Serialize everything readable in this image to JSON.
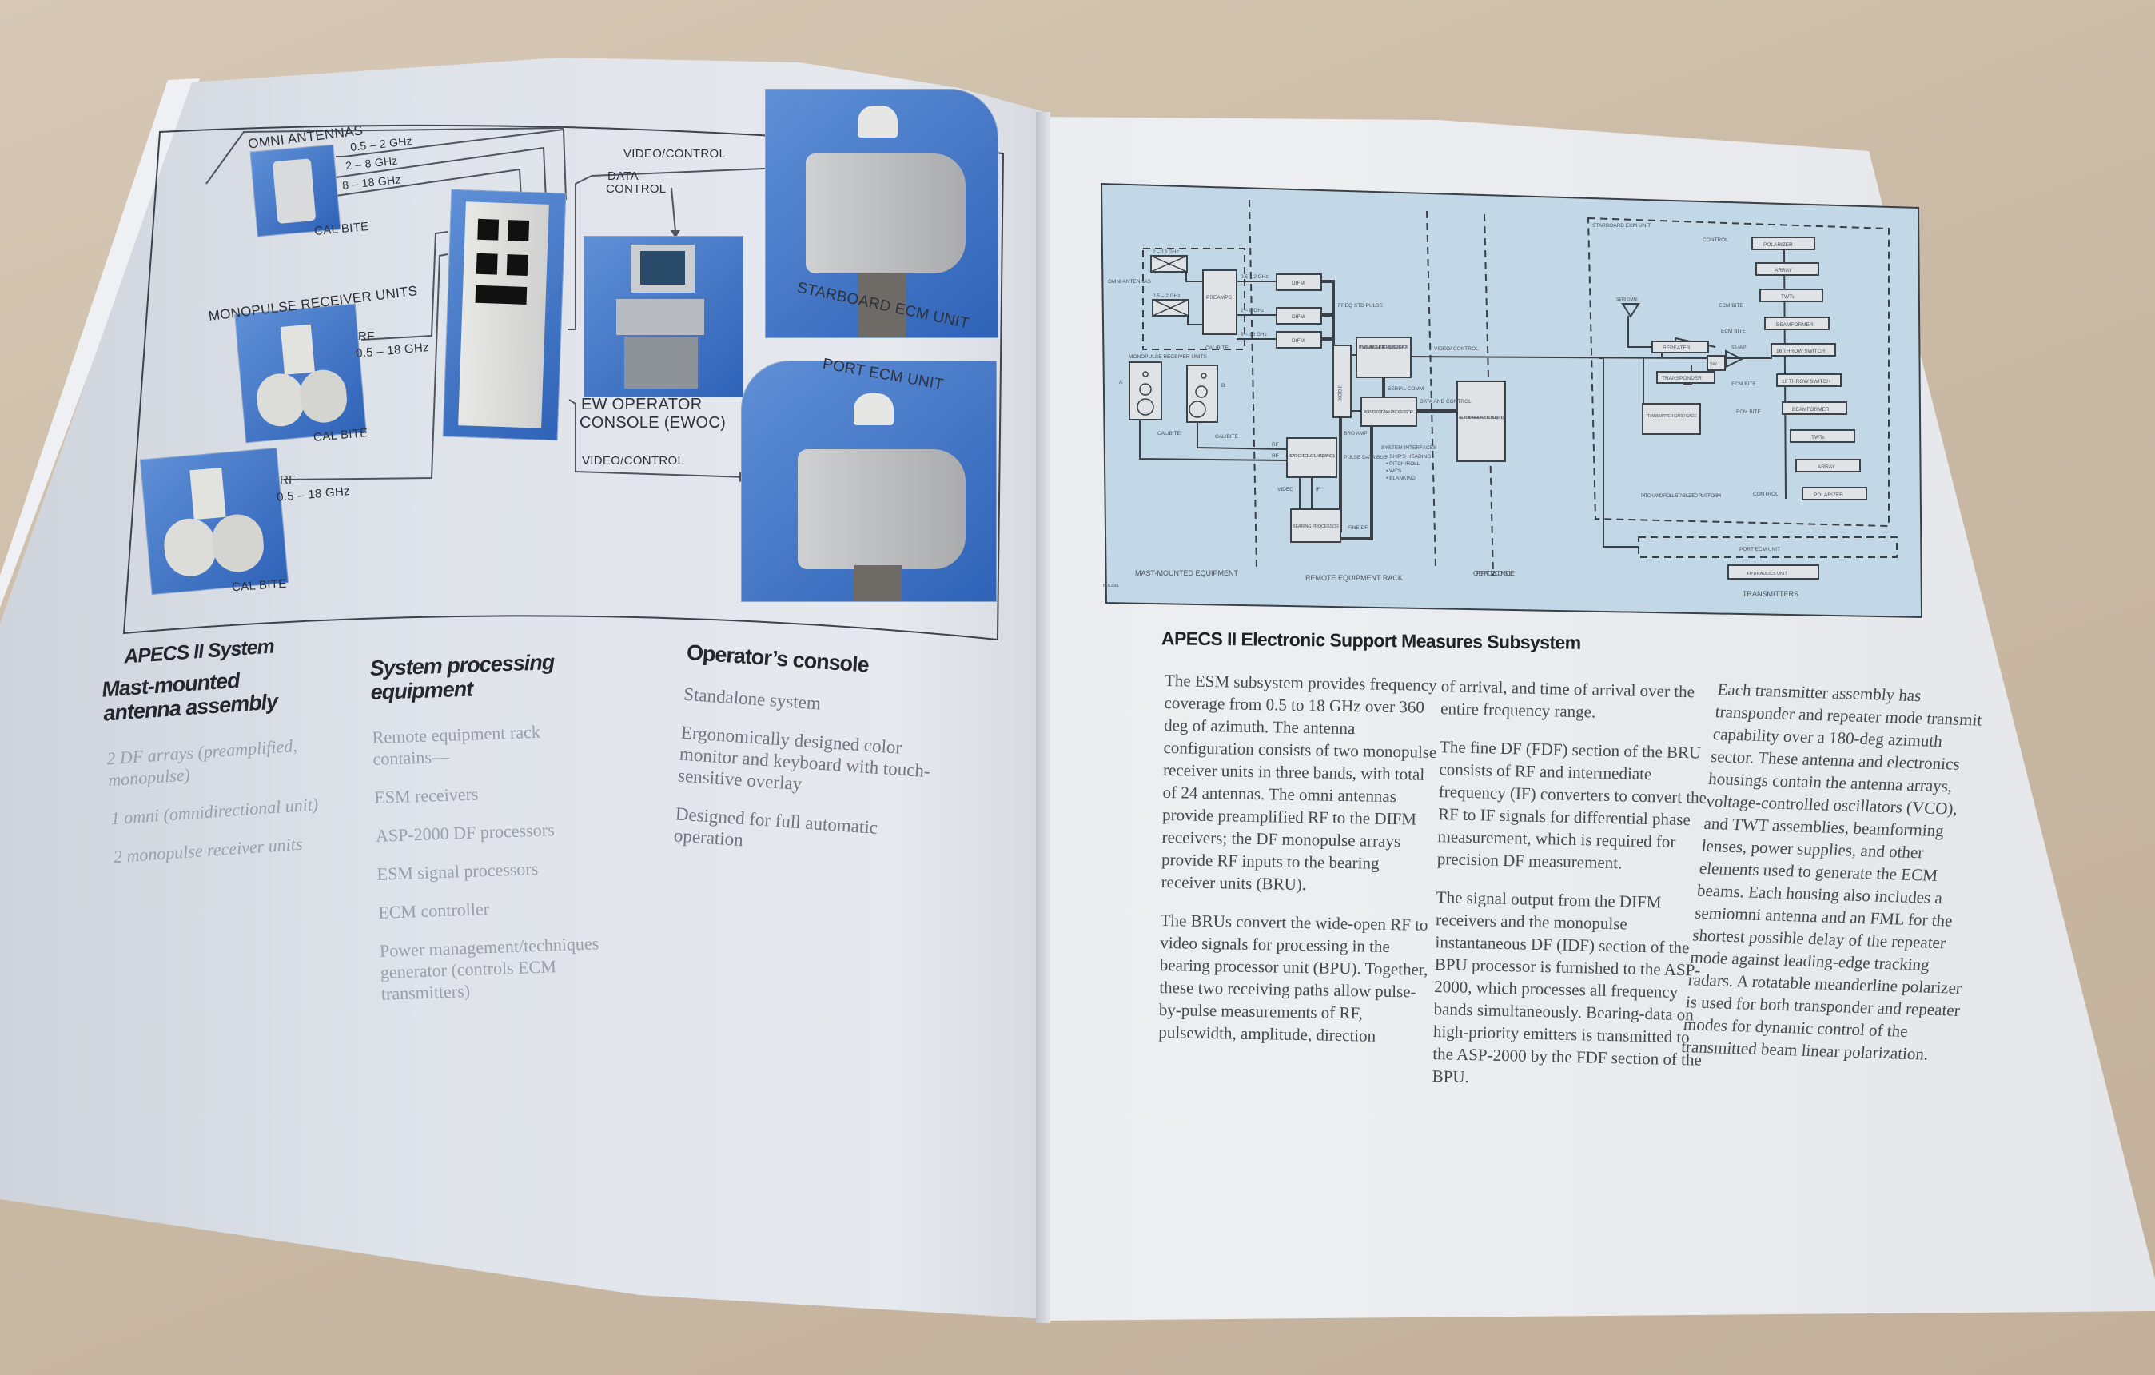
{
  "left_page": {
    "diagram": {
      "omni_antennas": "OMNI ANTENNAS",
      "freq_1": "0.5 – 2 GHz",
      "freq_2": "2 – 8 GHz",
      "freq_3": "8 – 18 GHz",
      "cal_bite": "CAL BITE",
      "monopulse_receiver_units": "MONOPULSE RECEIVER UNITS",
      "rf": "RF",
      "rf_range": "0.5 – 18 GHz",
      "video_control": "VIDEO/CONTROL",
      "data_control_1": "DATA",
      "data_control_2": "CONTROL",
      "ewoc_1": "EW OPERATOR",
      "ewoc_2": "CONSOLE (EWOC)",
      "starboard_ecm_unit": "STARBOARD ECM UNIT",
      "port_ecm_unit": "PORT ECM UNIT"
    },
    "system_title": "APECS II System",
    "columns": [
      {
        "heading": "Mast-mounted antenna assembly",
        "items": [
          "2 DF arrays (preamplified, monopulse)",
          "1 omni (omnidirectional unit)",
          "2 monopulse receiver units"
        ]
      },
      {
        "heading": "System processing equipment",
        "items": [
          "Remote equipment rack contains—",
          "ESM receivers",
          "ASP-2000 DF processors",
          "ESM signal processors",
          "ECM controller",
          "Power management/techniques generator (controls ECM transmitters)"
        ]
      },
      {
        "heading": "Operator’s console",
        "items": [
          "Standalone system",
          "Ergonomically designed color monitor and keyboard with touch-sensitive overlay",
          "Designed for full automatic operation"
        ]
      }
    ]
  },
  "right_page": {
    "diagram": {
      "omni_antennas": "OMNI ANTENNAS",
      "ant_1": "2 – 18 GHz",
      "ant_2": "0.5 – 2 GHz",
      "preamps": "PREAMPS",
      "difm_in_1": "0.5 – 2 GHz",
      "difm_in_2": "2 – 8 GHz",
      "difm_in_3": "8 – 18 GHz",
      "difm": "DIFM",
      "freq_std_pulse": "FREQ STD PULSE",
      "cal_bite": "CAL/BITE",
      "monopulse_receiver_units": "MONOPULSE  RECEIVER UNITS",
      "unit_a": "A",
      "unit_b": "B",
      "j_box": "J BOX",
      "power_mgmt": "POWER MANAGEMENT/ TECHNIQUES GENERATOR",
      "serial_comm": "SERIAL COMM",
      "asp2000": "ASP-2000 SIGNAL PROCESSOR",
      "data_and_control": "DATA AND CONTROL",
      "video_control": "VIDEO/ CONTROL",
      "ewoc": "ELECTRONIC WARFARE OPERATOR CONSOLE (EWOC)",
      "bearing_receiver_units": "BEARING RECEIVER UNITS (3 BANDS)",
      "bearing_processor": "BEARING PROCESSOR",
      "rf": "RF",
      "video": "VIDEO",
      "if": "IF",
      "brg_amp": "BRG AMP",
      "pulse_data_bus": "PULSE DATA BUS",
      "fine_df": "FINE DF",
      "system_interfaces": "SYSTEM INTERFACES",
      "interfaces": [
        "• SHIP'S HEADING",
        "• PITCH/ROLL",
        "• WCS",
        "• BLANKING"
      ],
      "starboard_ecm_unit": "STARBOARD ECM UNIT",
      "control": "CONTROL",
      "polarizer": "POLARIZER",
      "array": "ARRAY",
      "twts": "TWTs",
      "beamformer": "BEAMFORMER",
      "throw_switch": "16 THROW SWITCH",
      "ecm_bite": "ECM BITE",
      "semi_omni": "SEMI OMNI",
      "repeater": "REPEATER",
      "transponder": "TRANSPONDER",
      "sw": "SW",
      "ss_amp": "SS AMP",
      "transmitter_card_cage": "TRANSMITTER CARD CAGE",
      "pitch_roll_platform": "PITCH AND ROLL STABILIZED PLATFORM",
      "port_ecm_unit": "PORT ECM UNIT",
      "hydraulics_unit": "HYDRAULICS UNIT",
      "mast_mounted": "MAST-MOUNTED EQUIPMENT",
      "remote_rack": "REMOTE EQUIPMENT RACK",
      "operators_console": "OPERATOR'S CONSOLE",
      "transmitters": "TRANSMITTERS",
      "figure_code": "BLK256L"
    },
    "title": "APECS II Electronic Support Measures Subsystem",
    "paragraphs": [
      "The ESM subsystem provides frequency coverage from 0.5 to 18 GHz over 360 deg of azimuth. The antenna configuration consists of two monopulse receiver units in three bands, with total of 24 antennas. The omni antennas provide preamplified RF to the DIFM receivers; the DF monopulse arrays provide RF inputs to the bearing receiver units (BRU).",
      "The BRUs convert the wide-open RF to video signals for processing in the bearing processor unit (BPU). Together, these two receiving paths allow pulse-by-pulse measurements of RF, pulsewidth, amplitude, direction",
      "of arrival, and time of arrival over the entire frequency range.",
      "The fine DF (FDF) section of the BRU consists of RF and intermediate frequency (IF) converters to convert the RF to IF signals for differential phase measurement, which is required for precision DF measurement.",
      "The signal output from the DIFM receivers and the monopulse instantaneous DF (IDF) section of the BPU processor is furnished to the ASP-2000, which processes all frequency bands simultaneously. Bearing-data on high-priority emitters is transmitted to the ASP-2000 by the FDF section of the BPU.",
      "Each transmitter assembly has transponder and repeater mode transmit capability over a 180-deg azimuth sector. These antenna and electronics housings contain the antenna arrays, voltage-controlled oscillators (VCO), and TWT assemblies, beamforming lenses, power supplies, and other elements used to generate the ECM beams. Each housing also includes a semiomni antenna and an FML for the shortest possible delay of the repeater mode against leading-edge tracking radars. A rotatable meanderline polarizer is used for both transponder and repeater modes for dynamic control of the transmitted beam linear polarization."
    ]
  }
}
